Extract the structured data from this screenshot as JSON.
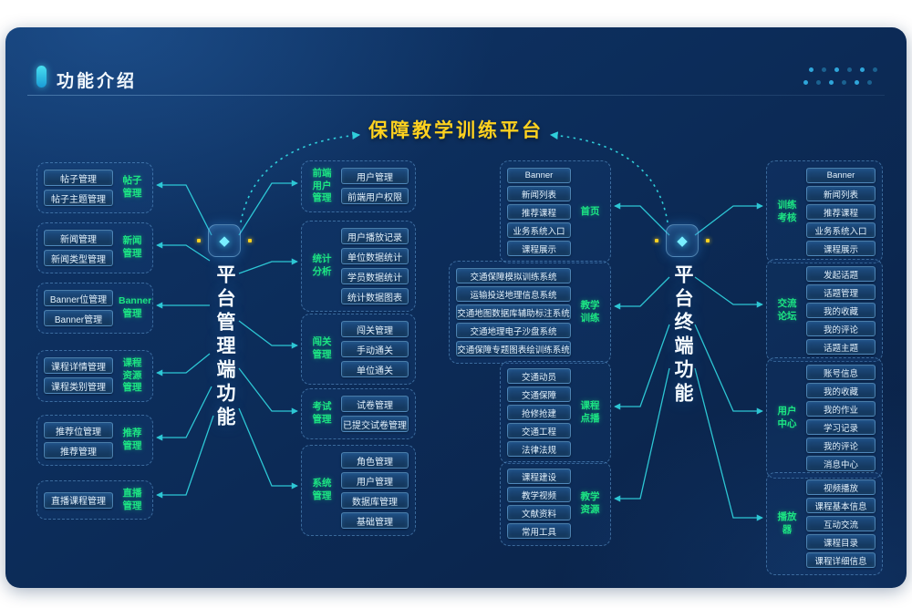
{
  "header": {
    "title": "功能介绍"
  },
  "icons": {
    "header_marker": "capsule",
    "hub_icon": "diamond",
    "corner_decoration": "dot-grid"
  },
  "colors": {
    "panel_bg": "#0b2c58",
    "accent_cyan": "#31d8e2",
    "title_yellow": "#ffd21f",
    "group_label_green": "#1ce483"
  },
  "diagram": {
    "title": "保障教学训练平台",
    "hub_left": "平台管理端功能",
    "hub_right": "平台终端功能",
    "left_outer": [
      {
        "label": "帖子管理",
        "items": [
          "帖子管理",
          "帖子主题管理"
        ]
      },
      {
        "label": "新闻管理",
        "items": [
          "新闻管理",
          "新闻类型管理"
        ]
      },
      {
        "label": "Banner管理",
        "items": [
          "Banner位管理",
          "Banner管理"
        ]
      },
      {
        "label": "课程资源管理",
        "items": [
          "课程详情管理",
          "课程类别管理"
        ]
      },
      {
        "label": "推荐管理",
        "items": [
          "推荐位管理",
          "推荐管理"
        ]
      },
      {
        "label": "直播管理",
        "items": [
          "直播课程管理"
        ]
      }
    ],
    "left_inner": [
      {
        "label": "前端用户管理",
        "items": [
          "用户管理",
          "前端用户权限"
        ]
      },
      {
        "label": "统计分析",
        "items": [
          "用户播放记录",
          "单位数据统计",
          "学员数据统计",
          "统计数据图表"
        ]
      },
      {
        "label": "闯关管理",
        "items": [
          "闯关管理",
          "手动通关",
          "单位通关"
        ]
      },
      {
        "label": "考试管理",
        "items": [
          "试卷管理",
          "已提交试卷管理"
        ]
      },
      {
        "label": "系统管理",
        "items": [
          "角色管理",
          "用户管理",
          "数据库管理",
          "基础管理"
        ]
      }
    ],
    "right_inner": [
      {
        "label": "首页",
        "items": [
          "Banner",
          "新闻列表",
          "推荐课程",
          "业务系统入口",
          "课程展示"
        ]
      },
      {
        "label": "教学训练",
        "items": [
          "交通保障模拟训练系统",
          "运输投送地理信息系统",
          "交通地图数据库辅助标注系统",
          "交通地理电子沙盘系统",
          "交通保障专题图表绘训练系统"
        ]
      },
      {
        "label": "课程点播",
        "items": [
          "交通动员",
          "交通保障",
          "抢修抢建",
          "交通工程",
          "法律法规"
        ]
      },
      {
        "label": "教学资源",
        "items": [
          "课程建设",
          "教学视频",
          "文献资料",
          "常用工具"
        ]
      }
    ],
    "right_outer": [
      {
        "label": "训练考核",
        "items": [
          "Banner",
          "新闻列表",
          "推荐课程",
          "业务系统入口",
          "课程展示"
        ]
      },
      {
        "label": "交流论坛",
        "items": [
          "发起话题",
          "话题管理",
          "我的收藏",
          "我的评论",
          "话题主题"
        ]
      },
      {
        "label": "用户中心",
        "items": [
          "账号信息",
          "我的收藏",
          "我的作业",
          "学习记录",
          "我的评论",
          "消息中心"
        ]
      },
      {
        "label": "播放器",
        "items": [
          "视频播放",
          "课程基本信息",
          "互动交流",
          "课程目录",
          "课程详细信息"
        ]
      }
    ]
  }
}
